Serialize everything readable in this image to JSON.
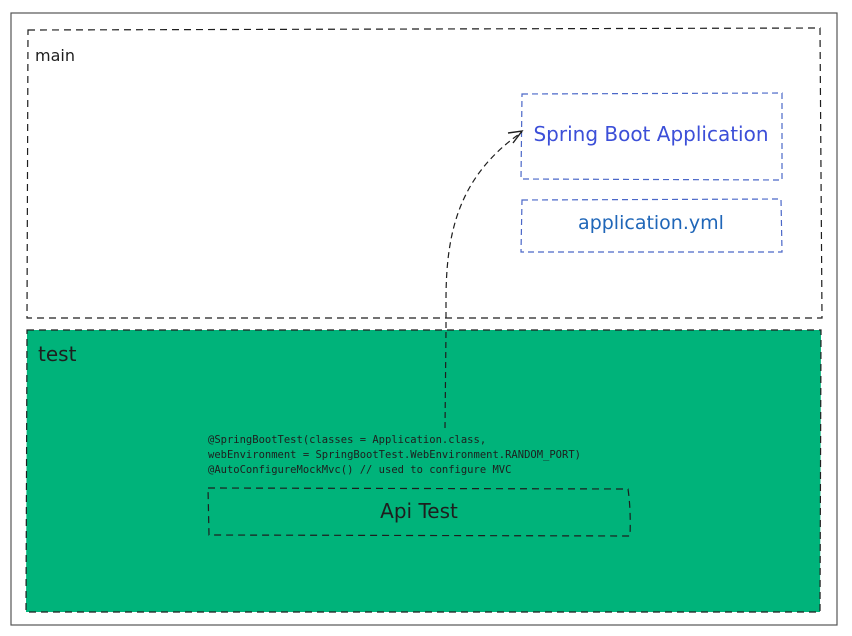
{
  "colors": {
    "test_fill": "#00b37a",
    "border": "#1e1e1e",
    "spring_box": "#4a67c8",
    "spring_text": "#3c4fd8",
    "yml_text": "#1f66b8"
  },
  "main": {
    "label": "main"
  },
  "test": {
    "label": "test",
    "annotation": [
      "@SpringBootTest(classes = Application.class,",
      "webEnvironment = SpringBootTest.WebEnvironment.RANDOM_PORT)",
      "@AutoConfigureMockMvc() // used to configure MVC"
    ],
    "api_test": "Api Test"
  },
  "boxes": {
    "spring_boot_application": "Spring Boot Application",
    "application_yml": "application.yml"
  }
}
